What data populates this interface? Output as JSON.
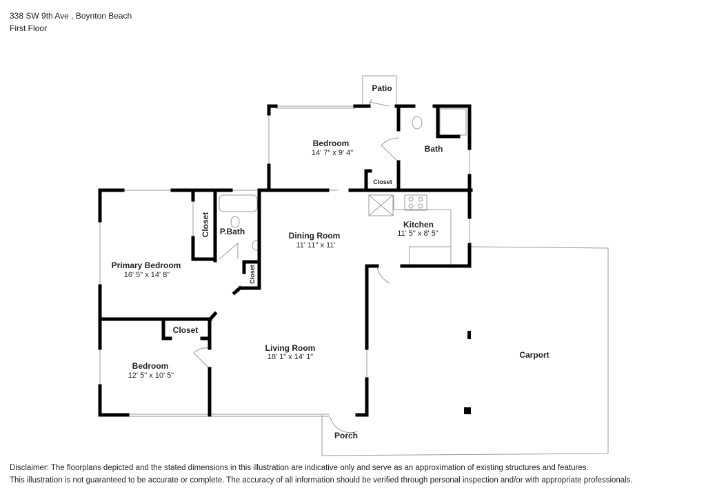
{
  "header": {
    "address": "338 SW 9th Ave , Boynton Beach",
    "floor": "First Floor"
  },
  "rooms": {
    "patio": {
      "name": "Patio"
    },
    "bedroom_top": {
      "name": "Bedroom",
      "dims": "14' 7\" x 9' 4\""
    },
    "bath": {
      "name": "Bath"
    },
    "closet_top": {
      "name": "Closet"
    },
    "closet_primary": {
      "name": "Closet"
    },
    "pbath": {
      "name": "P.Bath"
    },
    "dining": {
      "name": "Dining Room",
      "dims": "11' 11\" x 11'"
    },
    "kitchen": {
      "name": "Kitchen",
      "dims": "11' 5\" x 8' 5\""
    },
    "primary": {
      "name": "Primary Bedroom",
      "dims": "16' 5\" x 14' 8\""
    },
    "closet_hall": {
      "name": "Closet"
    },
    "closet_bed": {
      "name": "Closet"
    },
    "bedroom_low": {
      "name": "Bedroom",
      "dims": "12' 5\" x 10' 5\""
    },
    "living": {
      "name": "Living Room",
      "dims": "18' 1\" x 14' 1\""
    },
    "carport": {
      "name": "Carport"
    },
    "porch": {
      "name": "Porch"
    }
  },
  "disclaimer": {
    "line1": "Disclaimer: The floorplans depicted and the stated dimensions in this illustration are indicative only and serve as an approximation of existing structures and features.",
    "line2": "This illustration is not guaranteed to be accurate or complete. The accuracy of all information should be verified through personal inspection and/or with appropriate professionals."
  }
}
